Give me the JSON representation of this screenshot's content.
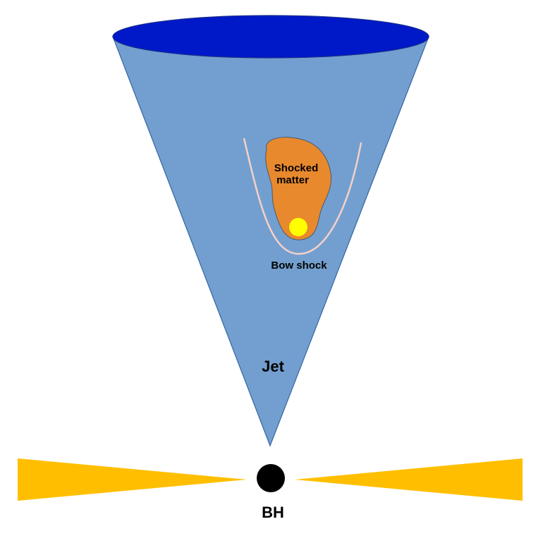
{
  "labels": {
    "shocked_line1": "Shocked",
    "shocked_line2": "matter",
    "bow_shock": "Bow shock",
    "jet": "Jet",
    "bh": "BH"
  },
  "colors": {
    "cone_fill": "#729fcf",
    "cone_stroke": "#3465a4",
    "cone_top_fill": "#0019c8",
    "cone_top_stroke": "#1a2d8a",
    "shocked_fill": "#e8892e",
    "shocked_stroke": "#4a5a70",
    "star_fill": "#ffff00",
    "bow_shock_stroke": "#f5d0c8",
    "disk_fill": "#ffbf00",
    "bh_fill": "#000000"
  }
}
